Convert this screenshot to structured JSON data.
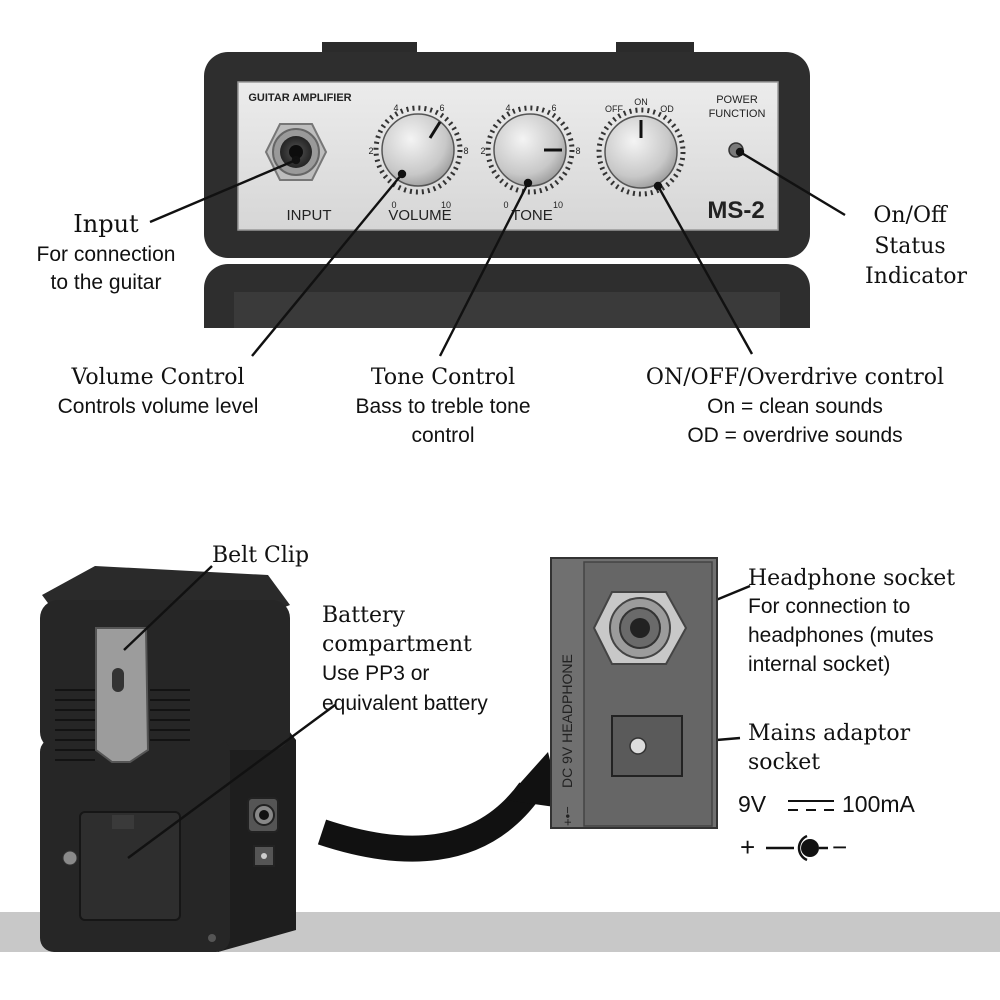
{
  "amp_panel": {
    "brand": "GUITAR AMPLIFIER",
    "model": "MS-2",
    "power_function": [
      "POWER",
      "FUNCTION"
    ],
    "input_label": "INPUT",
    "volume_label": "VOLUME",
    "tone_label": "TONE",
    "volume_ticks": [
      "0",
      "2",
      "4",
      "6",
      "8",
      "10"
    ],
    "tone_ticks": [
      "0",
      "2",
      "4",
      "6",
      "8",
      "10"
    ],
    "mode_labels": [
      "OFF",
      "ON",
      "OD"
    ]
  },
  "callouts": {
    "input": {
      "title": "Input",
      "lines": [
        "For connection",
        "to the guitar"
      ]
    },
    "volume": {
      "title": "Volume Control",
      "lines": [
        "Controls volume level"
      ]
    },
    "tone": {
      "title": "Tone Control",
      "lines": [
        "Bass to treble tone",
        "control"
      ]
    },
    "onoff": {
      "title": "ON/OFF/Overdrive control",
      "lines": [
        "On = clean sounds",
        "OD = overdrive sounds"
      ]
    },
    "status": {
      "title_lines": [
        "On/Off",
        "Status",
        "Indicator"
      ]
    },
    "belt_clip": {
      "title": "Belt Clip"
    },
    "battery": {
      "title_lines": [
        "Battery",
        "compartment"
      ],
      "lines": [
        "Use PP3 or",
        "equivalent battery"
      ]
    },
    "headphone": {
      "title": "Headphone socket",
      "lines": [
        "For connection to",
        "headphones (mutes",
        "internal socket)"
      ]
    },
    "mains": {
      "title_lines": [
        "Mains adaptor",
        "socket"
      ],
      "rating_left": "9V",
      "rating_right": "100mA",
      "polarity_plus": "+",
      "polarity_minus": "−"
    }
  },
  "side_panel": {
    "vertical_label": "DC 9V  HEADPHONE",
    "polarity_text": "+•−"
  },
  "colors": {
    "amp_dark": "#2e2e2e",
    "panel_silver": "#e4e4e4",
    "floor_gray": "#c8c8c8",
    "side_panel_gray": "#6a6a6a"
  }
}
